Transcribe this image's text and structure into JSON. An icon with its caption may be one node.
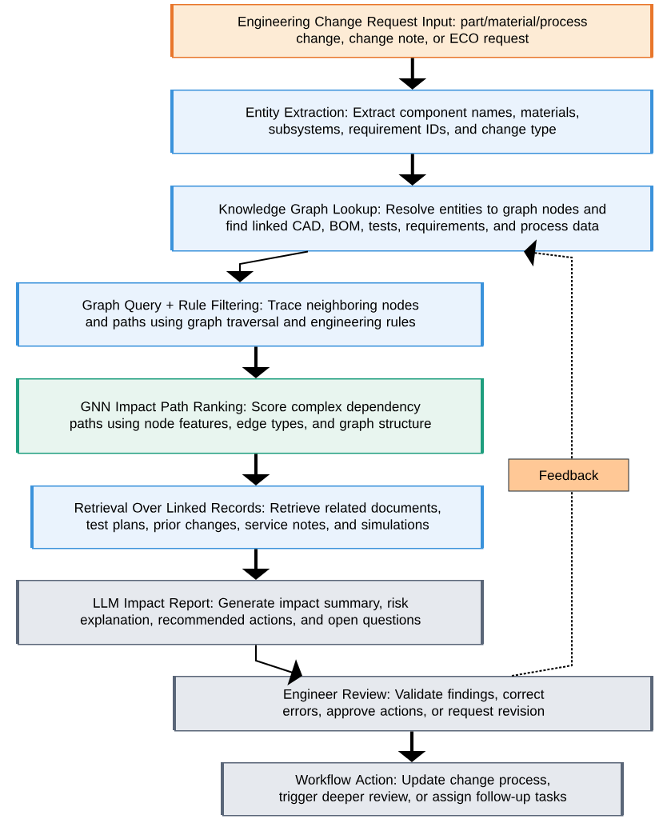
{
  "diagram": {
    "nodes": [
      {
        "text": [
          "Engineering Change Request Input: part/material/process change, change note, or ECO request"
        ]
      },
      {
        "text": [
          "Entity Extraction: Extract component names, materials, subsystems, requirement IDs, and change type"
        ]
      },
      {
        "text": [
          "Knowledge Graph Lookup: Resolve entities to graph nodes and find linked CAD, BOM, tests, requirements, and process data"
        ]
      },
      {
        "text": [
          "Graph Query + Rule Filtering: Trace neighboring nodes and paths using graph traversal and engineering rules"
        ]
      },
      {
        "text": [
          "GNN Impact Path Ranking: Score complex dependency paths using node features, edge types, and graph structure"
        ]
      },
      {
        "text": [
          "Retrieval Over Linked Records: Retrieve related documents, test plans, prior changes, service notes, and simulations"
        ]
      },
      {
        "text": [
          "LLM Impact Report: Generate impact summary, risk explanation, recommended actions, and open questions"
        ]
      },
      {
        "text": [
          "Engineer Review: Validate findings, correct errors, approve actions, or request revision"
        ]
      },
      {
        "text": [
          "Workflow Action: Update change process, trigger deeper review, or assign follow-up tasks"
        ]
      }
    ],
    "edges": [
      {
        "from": 0,
        "to": 1,
        "arrow": "to"
      },
      {
        "from": 1,
        "to": 2,
        "arrow": "to"
      },
      {
        "from": 2,
        "to": 3,
        "arrow": "to"
      },
      {
        "from": 3,
        "to": 4,
        "arrow": "to"
      },
      {
        "from": 4,
        "to": 5,
        "arrow": "to"
      },
      {
        "from": 5,
        "to": 6,
        "arrow": "to"
      },
      {
        "from": 6,
        "to": 7,
        "arrow": "to"
      },
      {
        "from": 7,
        "to": 8,
        "arrow": "to"
      },
      {
        "from": 7,
        "to": 2,
        "arrow": "to",
        "style": "dashed",
        "label": "Feedback"
      }
    ]
  }
}
